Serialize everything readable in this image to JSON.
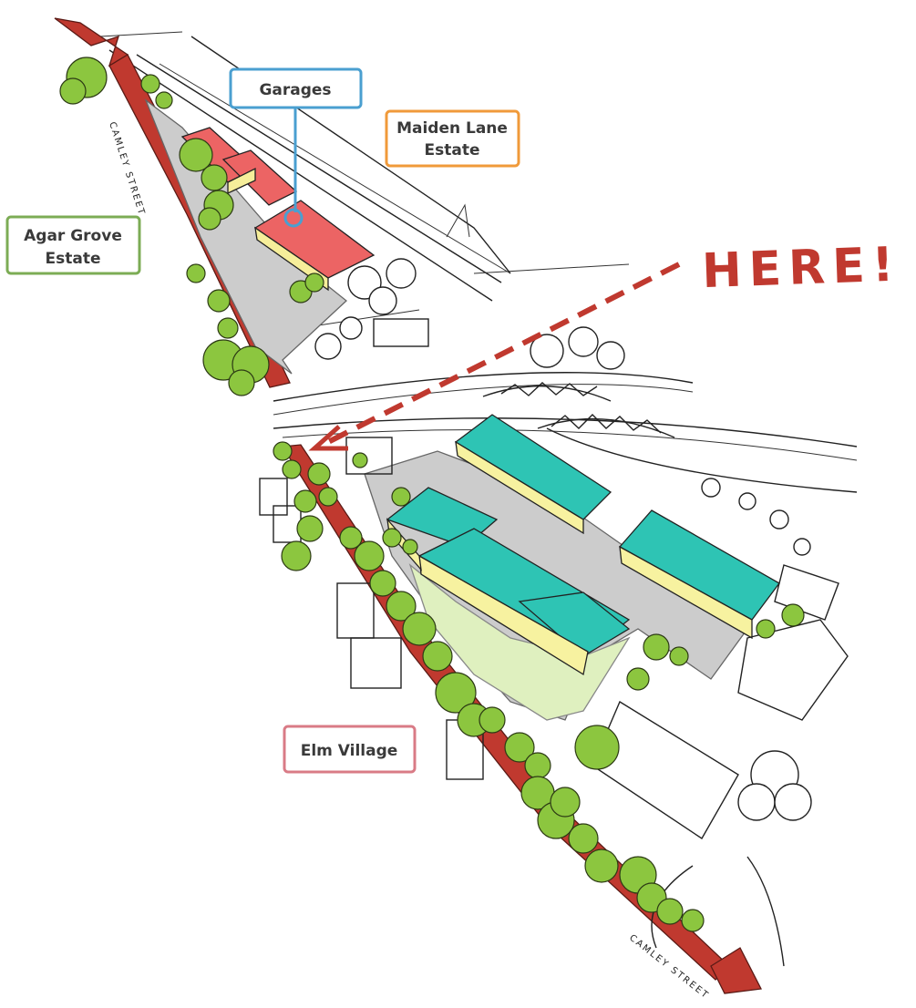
{
  "labels": {
    "garages": "Garages",
    "maiden_lane_1": "Maiden Lane",
    "maiden_lane_2": "Estate",
    "agar_grove_1": "Agar Grove",
    "agar_grove_2": "Estate",
    "elm_village": "Elm Village",
    "here": "HERE!",
    "street_top": "CAMLEY STREET",
    "street_bottom": "CAMLEY STREET"
  },
  "colors": {
    "road": "#c0392f",
    "garage_roof": "#ec6464",
    "garage_wall": "#f6ee9a",
    "teal_roof": "#2ec4b4",
    "cream_wall": "#f7f2a0",
    "tree": "#8cc63f",
    "yard": "#cccccc",
    "grass": "#dff0bf",
    "garages_box": "#4a9fd0",
    "maiden_box": "#f09a3a",
    "agar_box": "#7cac55",
    "elm_box": "#d97b86",
    "here": "#c0392f"
  },
  "icons": {
    "road_arrow_top": "arrow-up-left-icon",
    "road_arrow_bottom": "arrow-down-right-icon",
    "pointer_arrow": "dashed-arrow-icon"
  }
}
